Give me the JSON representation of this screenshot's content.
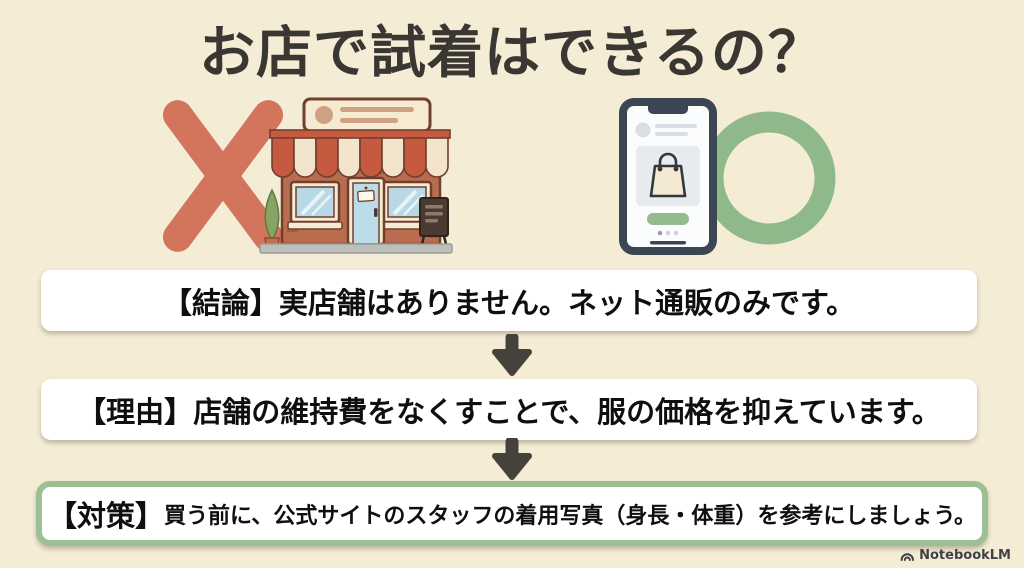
{
  "colors": {
    "page-bg": "#f5ecd6",
    "title": "#3a3733",
    "x-mark": "#d3745c",
    "circle-mark": "#8fb98a",
    "arrow": "#45423c",
    "box-bg": "#ffffff",
    "box-text": "#0f0f0f",
    "cm-border": "#9cbf93"
  },
  "title": {
    "text": "お店で試着はできるの？"
  },
  "illustration": {
    "left_mark": "x-cross-no",
    "left_image": "storefront",
    "right_image": "smartphone-shopping-app",
    "right_mark": "circle-yes"
  },
  "flow": {
    "boxes": [
      {
        "name": "conclusion",
        "prefix": "【結論】",
        "body": "実店舗はありません。ネット通販のみです。"
      },
      {
        "name": "reason",
        "prefix": "【理由】",
        "body": "店舗の維持費をなくすことで、服の価格を抑えています。"
      },
      {
        "name": "countermeasure",
        "prefix": "【対策】",
        "body": "買う前に、公式サイトのスタッフの着用写真（身長・体重）を参考にしましょう。"
      }
    ]
  },
  "watermark": {
    "text": "NotebookLM"
  }
}
